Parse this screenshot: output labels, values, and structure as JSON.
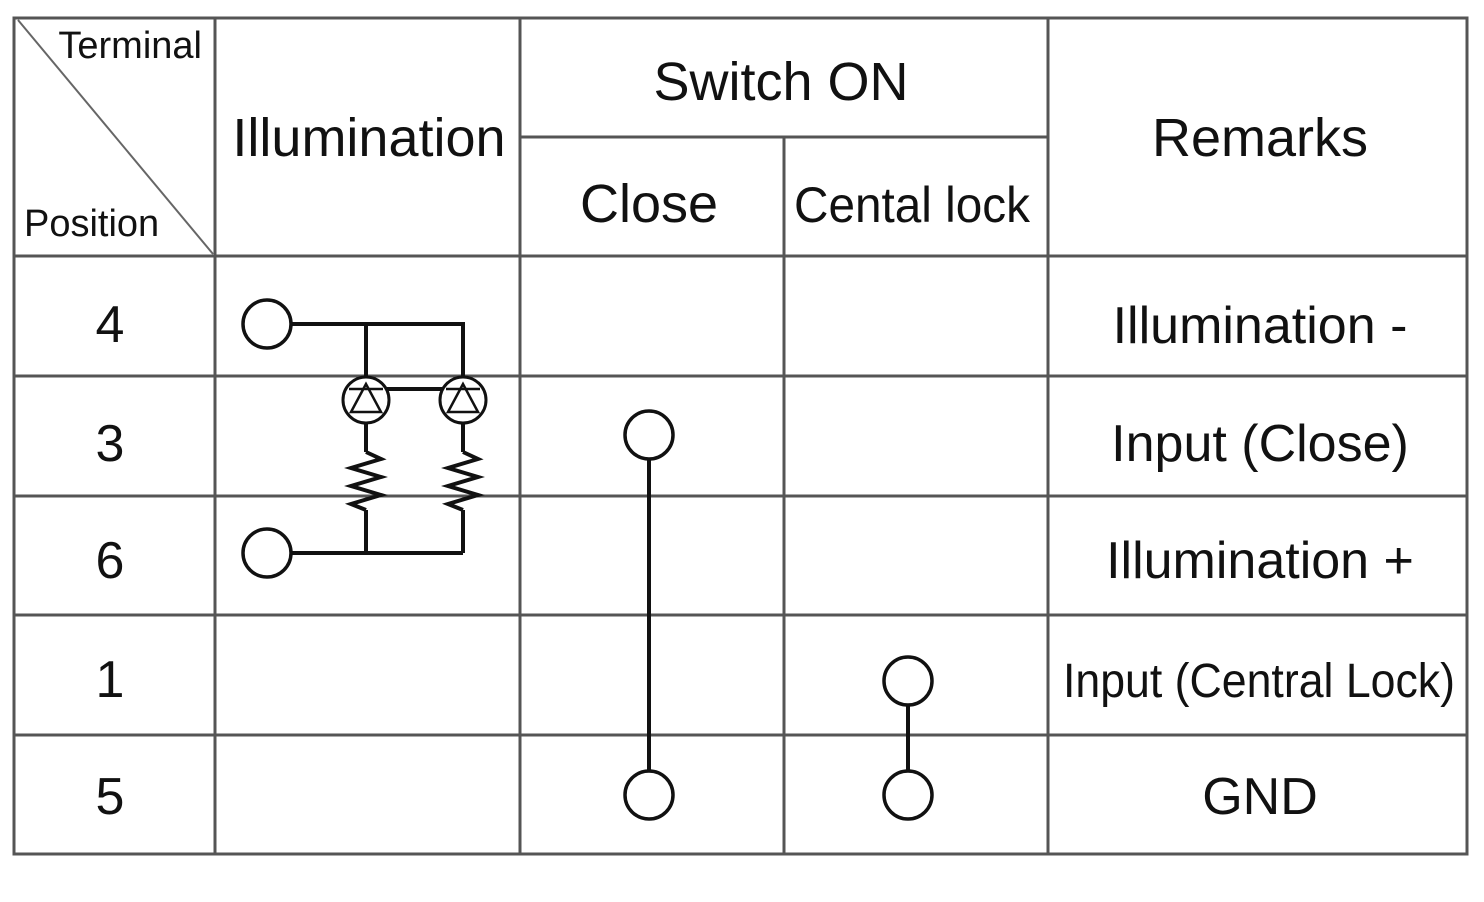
{
  "header": {
    "corner_top": "Terminal",
    "corner_bottom": "Position",
    "illumination": "Illumination",
    "switch_on": "Switch ON",
    "close": "Close",
    "central_lock": "Cental lock",
    "remarks": "Remarks"
  },
  "rows": [
    {
      "position": "4",
      "remark": "Illumination -"
    },
    {
      "position": "3",
      "remark": "Input (Close)"
    },
    {
      "position": "6",
      "remark": "Illumination +"
    },
    {
      "position": "1",
      "remark": "Input (Central Lock)"
    },
    {
      "position": "5",
      "remark": "GND"
    }
  ]
}
